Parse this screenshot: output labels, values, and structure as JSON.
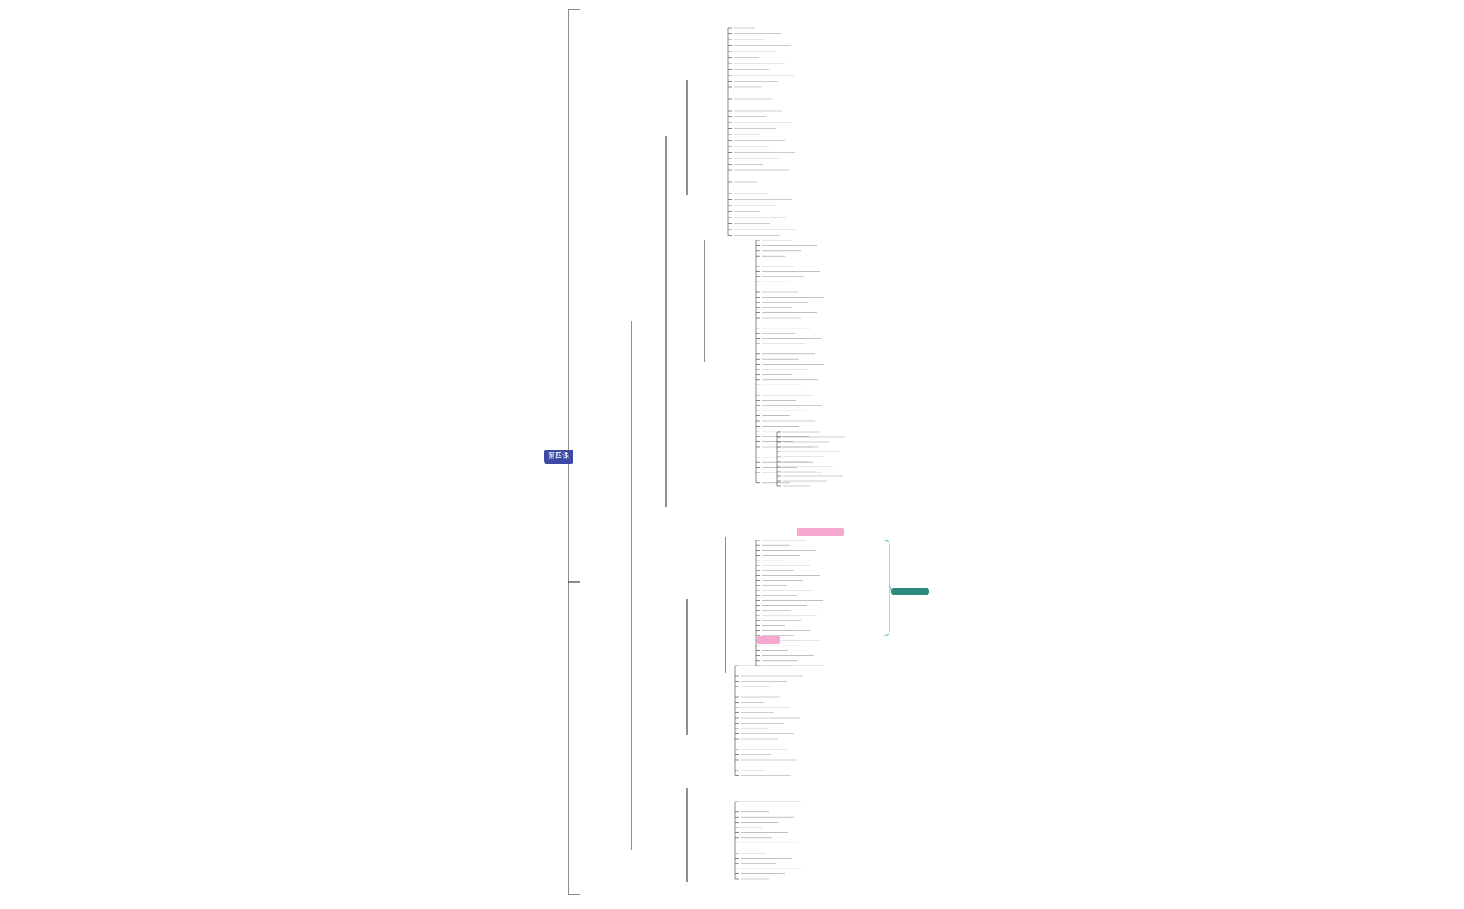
{
  "root": {
    "label": "第四课"
  },
  "branches": [
    {
      "id": "b1",
      "label": ""
    },
    {
      "id": "b2",
      "label": ""
    },
    {
      "id": "b3",
      "label": ""
    }
  ],
  "highlights": {
    "pink_note_1": "",
    "pink_note_2": "",
    "teal_tag": ""
  },
  "colors": {
    "root": "#3d4aa5",
    "pink": "#f6a8cf",
    "teal": "#2d8c7e",
    "bracket": "#5fb7c0"
  }
}
